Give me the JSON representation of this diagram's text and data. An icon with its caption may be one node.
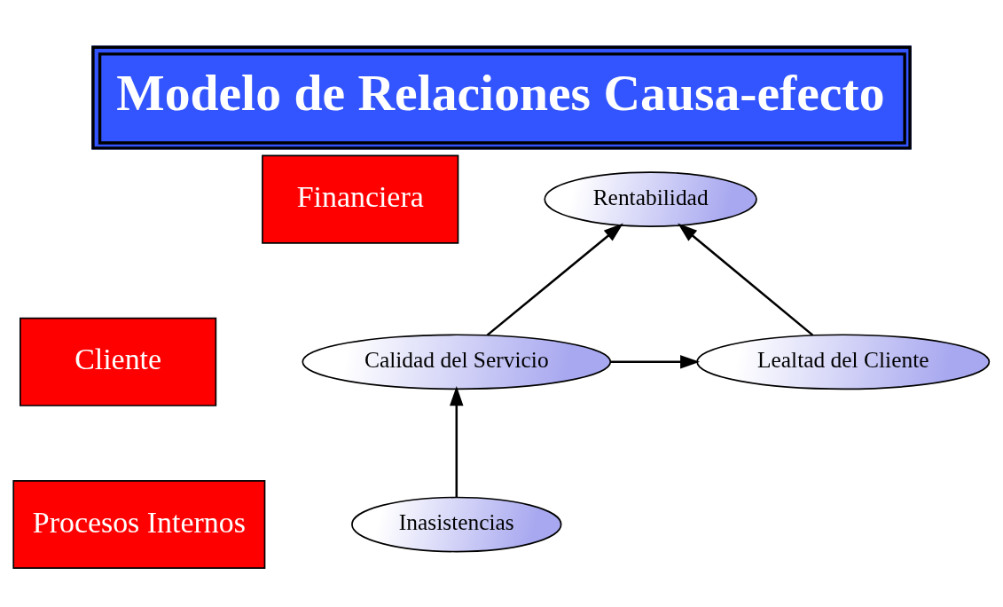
{
  "diagram": {
    "title": "Modelo de Relaciones Causa-efecto",
    "nodes": [
      {
        "text": [
          "Financiera"
        ]
      },
      {
        "text": [
          "Cliente"
        ]
      },
      {
        "text": [
          "Procesos Internos"
        ]
      },
      {
        "text": [
          "Rentabilidad"
        ]
      },
      {
        "text": [
          "Calidad del Servicio"
        ]
      },
      {
        "text": [
          "Lealtad del Cliente"
        ]
      },
      {
        "text": [
          "Inasistencias"
        ]
      }
    ],
    "edges": [
      {
        "from": 4,
        "to": 3,
        "arrow": "to"
      },
      {
        "from": 4,
        "to": 5,
        "arrow": "to"
      },
      {
        "from": 5,
        "to": 3,
        "arrow": "to"
      },
      {
        "from": 6,
        "to": 4,
        "arrow": "to"
      }
    ]
  }
}
